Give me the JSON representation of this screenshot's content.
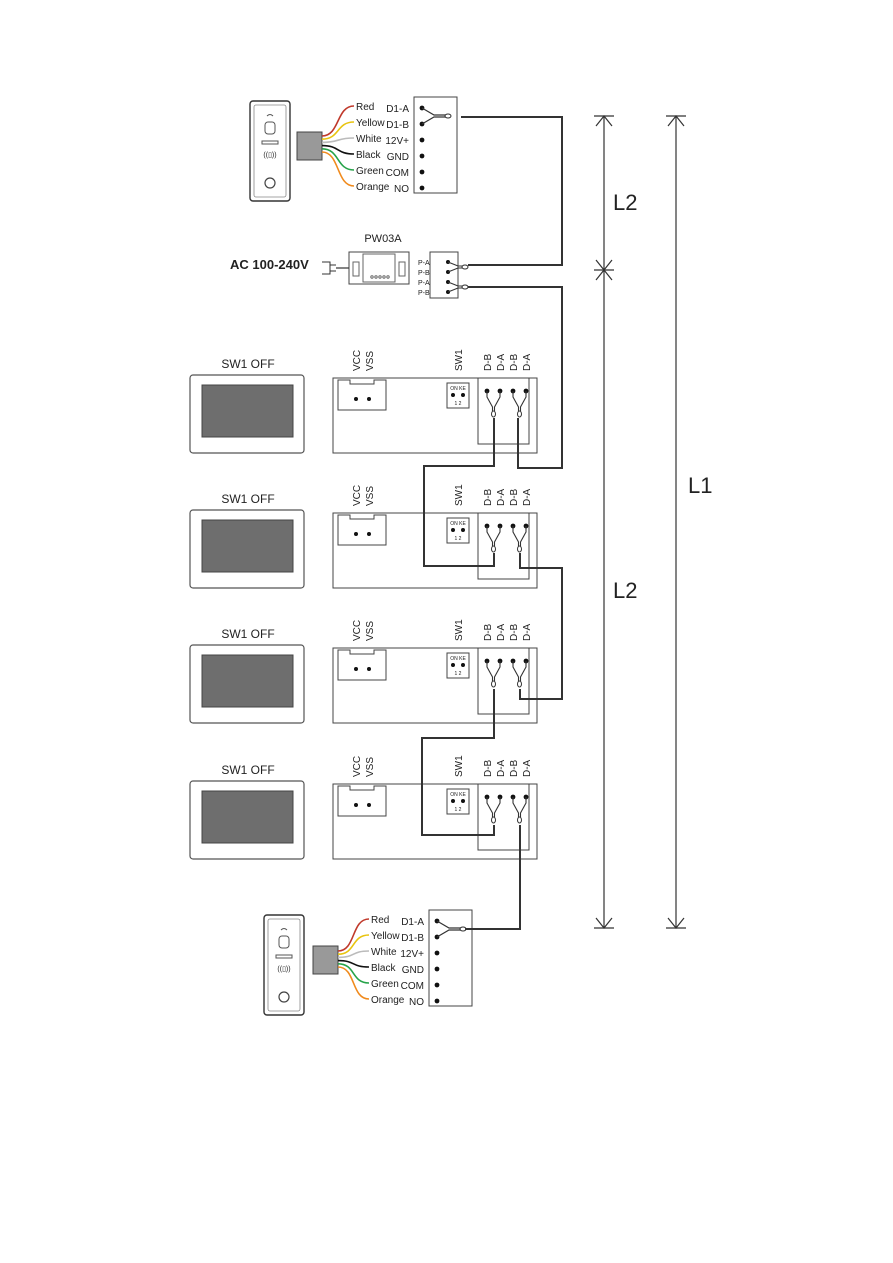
{
  "door_station_wires": [
    {
      "color_name": "Red",
      "terminal": "D1-A",
      "hex": "#c0392b"
    },
    {
      "color_name": "Yellow",
      "terminal": "D1-B",
      "hex": "#e8c410"
    },
    {
      "color_name": "White",
      "terminal": "12V+",
      "hex": "#bbbbbb"
    },
    {
      "color_name": "Black",
      "terminal": "GND",
      "hex": "#111111"
    },
    {
      "color_name": "Green",
      "terminal": "COM",
      "hex": "#27a34a"
    },
    {
      "color_name": "Orange",
      "terminal": "NO",
      "hex": "#f08a1c"
    }
  ],
  "power_supply": {
    "model": "PW03A",
    "input": "AC 100-240V",
    "terminals": [
      "P-A",
      "P-B",
      "P-A",
      "P-B"
    ]
  },
  "monitors": [
    {
      "switch_state": "SW1 OFF"
    },
    {
      "switch_state": "SW1 OFF"
    },
    {
      "switch_state": "SW1 OFF"
    },
    {
      "switch_state": "SW1 OFF"
    }
  ],
  "monitor_board": {
    "power_labels": [
      "VCC",
      "VSS"
    ],
    "switch_label": "SW1",
    "switch_text": "ON KE",
    "switch_numbers": "1  2",
    "bus_labels": [
      "D-B",
      "D-A",
      "D-B",
      "D-A"
    ]
  },
  "distances": {
    "segment": "L2",
    "total": "L1"
  },
  "colors": {
    "line": "#333333",
    "screen": "#6e6e6e",
    "relay": "#888888"
  }
}
